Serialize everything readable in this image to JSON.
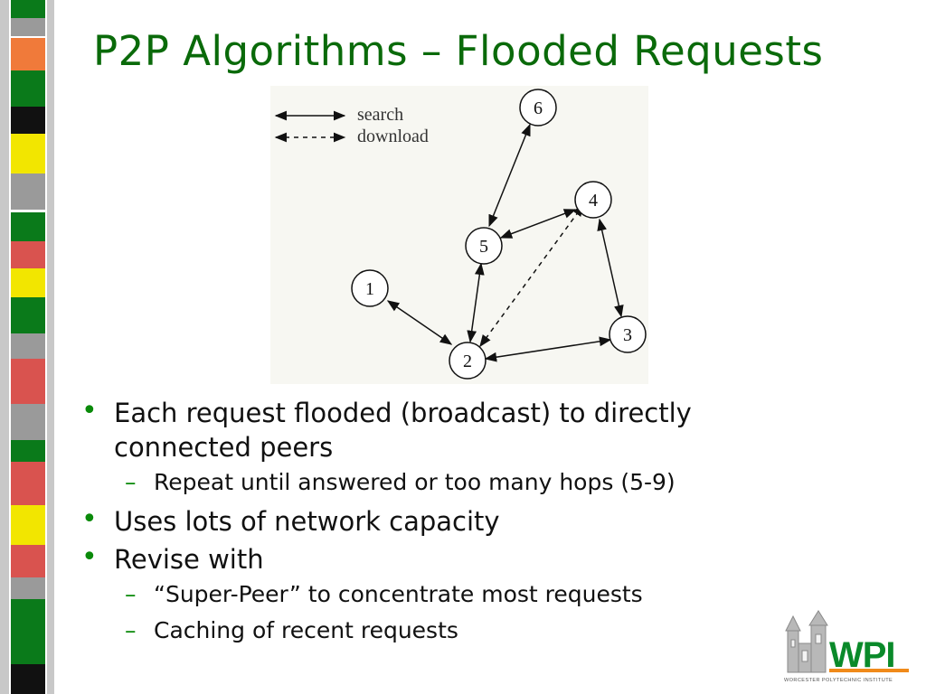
{
  "slide": {
    "title": "P2P Algorithms – Flooded Requests"
  },
  "figure": {
    "legend": {
      "search": "search",
      "download": "download"
    },
    "nodes": [
      "1",
      "2",
      "3",
      "4",
      "5",
      "6"
    ],
    "edges_search": [
      [
        "1",
        "2"
      ],
      [
        "2",
        "5"
      ],
      [
        "2",
        "3"
      ],
      [
        "3",
        "4"
      ],
      [
        "4",
        "5"
      ],
      [
        "5",
        "6"
      ]
    ],
    "edges_download": [
      [
        "2",
        "4"
      ]
    ]
  },
  "bullets": [
    {
      "text": "Each request flooded (broadcast) to directly connected peers",
      "line1": "Each request flooded (broadcast) to directly",
      "line2": "connected peers",
      "subs": [
        "Repeat until answered or too many hops (5-9)"
      ]
    },
    {
      "text": "Uses lots of network capacity",
      "subs": []
    },
    {
      "text": "Revise with",
      "subs": [
        "“Super-Peer” to concentrate most requests",
        "Caching of recent requests"
      ]
    }
  ],
  "markers": {
    "bullet": "•",
    "dash": "–"
  },
  "logo": {
    "text": "WPI",
    "tagline": "WORCESTER POLYTECHNIC INSTITUTE"
  },
  "colors": {
    "title": "#0a6a0a",
    "bullet": "#0a8a0a",
    "stripe_green": "#0a7a1a",
    "stripe_red": "#d9534f",
    "stripe_yellow": "#f2e600",
    "stripe_orange": "#f07a3a",
    "stripe_black": "#111111",
    "stripe_gray": "#9a9a9a",
    "logo_green": "#0a8a2a",
    "logo_orange": "#f08a1a"
  }
}
